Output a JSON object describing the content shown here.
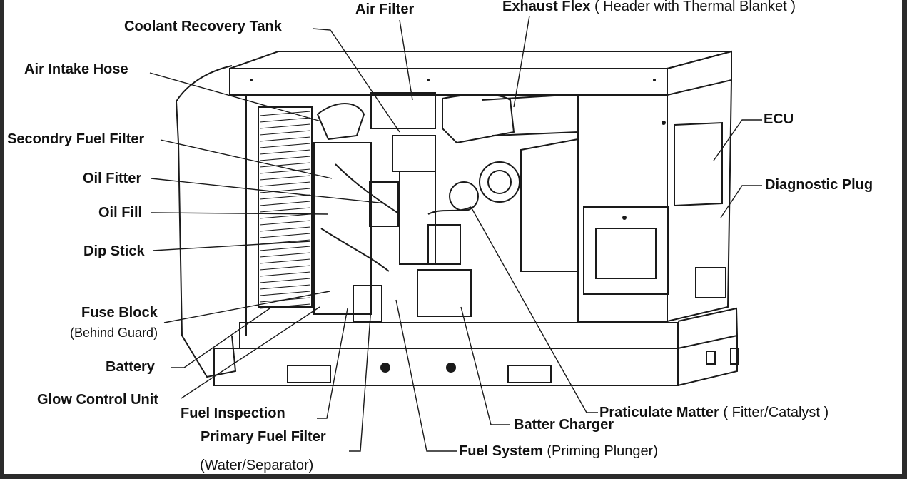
{
  "colors": {
    "ink": "#1a1a1a",
    "frame": "#2b2b2b",
    "background": "#ffffff"
  },
  "labels": {
    "air_filter": "Air Filter",
    "exhaust_flex": "Exhaust Flex",
    "exhaust_flex_note": "( Header with Thermal Blanket )",
    "coolant_recovery_tank": "Coolant Recovery Tank",
    "air_intake_hose": "Air Intake Hose",
    "secondary_fuel_filter": "Secondry Fuel Filter",
    "oil_filter": "Oil Fitter",
    "oil_fill": "Oil Fill",
    "dip_stick": "Dip Stick",
    "fuse_block": "Fuse Block",
    "fuse_block_note": "(Behind Guard)",
    "battery": "Battery",
    "glow_control_unit": "Glow Control Unit",
    "fuel_inspection": "Fuel Inspection",
    "primary_fuel_filter": "Primary Fuel Filter",
    "primary_fuel_filter_note": "(Water/Separator)",
    "fuel_system": "Fuel System",
    "fuel_system_note": "(Priming Plunger)",
    "batter_charger": "Batter Charger",
    "particulate_matter": "Praticulate Matter",
    "particulate_matter_note": "( Fitter/Catalyst )",
    "ecu": "ECU",
    "diagnostic_plug": "Diagnostic Plug"
  }
}
